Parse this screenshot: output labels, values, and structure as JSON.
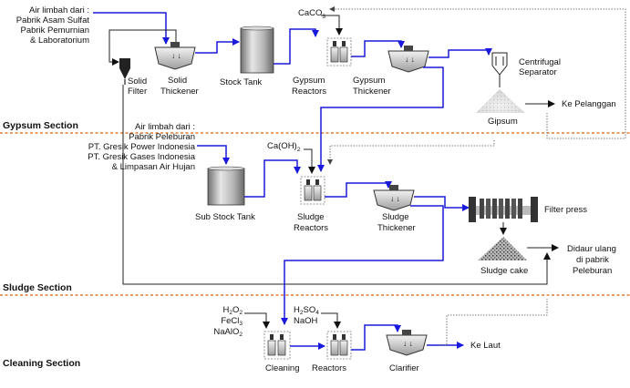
{
  "sections": {
    "gypsum": "Gypsum Section",
    "sludge": "Sludge Section",
    "cleaning": "Cleaning Section"
  },
  "gypsum": {
    "input_lines": [
      "Air limbah dari :",
      "Pabrik Asam Sulfat",
      "Pabrik Pemurnian",
      "& Laboratorium"
    ],
    "solid_filter": [
      "Solid",
      "Filter"
    ],
    "solid_thickener": [
      "Solid",
      "Thickener"
    ],
    "stock_tank": "Stock Tank",
    "caco3": "CaCO",
    "caco3_sub": "3",
    "gypsum_reactors": [
      "Gypsum",
      "Reactors"
    ],
    "gypsum_thickener": [
      "Gypsum",
      "Thickener"
    ],
    "centrifugal": [
      "Centrifugal",
      "Separator"
    ],
    "gipsum": "Gipsum",
    "ke_pelanggan": "Ke Pelanggan"
  },
  "sludge": {
    "input_lines": [
      "Air limbah dari :",
      "Pabrik Peleburan",
      "PT. Gresik Power Indonesia",
      "PT. Gresik Gases Indonesia",
      "& Limpasan Air Hujan"
    ],
    "caoh2": "Ca(OH)",
    "caoh2_sub": "2",
    "sub_stock_tank": "Sub Stock Tank",
    "sludge_reactors": [
      "Sludge",
      "Reactors"
    ],
    "sludge_thickener": [
      "Sludge",
      "Thickener"
    ],
    "filter_press": "Filter press",
    "sludge_cake": "Sludge cake",
    "didaur_ulang": [
      "Didaur ulang",
      "di pabrik",
      "Peleburan"
    ]
  },
  "cleaning": {
    "chem_left": [
      {
        "main": "H",
        "sub": "2",
        "rest": "O",
        "sub2": "2"
      },
      {
        "main": "FeCl",
        "sub": "3",
        "rest": "",
        "sub2": ""
      },
      {
        "main": "NaAlO",
        "sub": "2",
        "rest": "",
        "sub2": ""
      }
    ],
    "chem_right": [
      {
        "main": "H",
        "sub": "2",
        "rest": "SO",
        "sub2": "4"
      },
      {
        "main": "NaOH",
        "sub": "",
        "rest": "",
        "sub2": ""
      }
    ],
    "cleaning": "Cleaning",
    "reactors": "Reactors",
    "clarifier": "Clarifier",
    "ke_laut": "Ke Laut"
  },
  "colors": {
    "flow": "#1a1adc",
    "separator": "#e07a2e"
  }
}
